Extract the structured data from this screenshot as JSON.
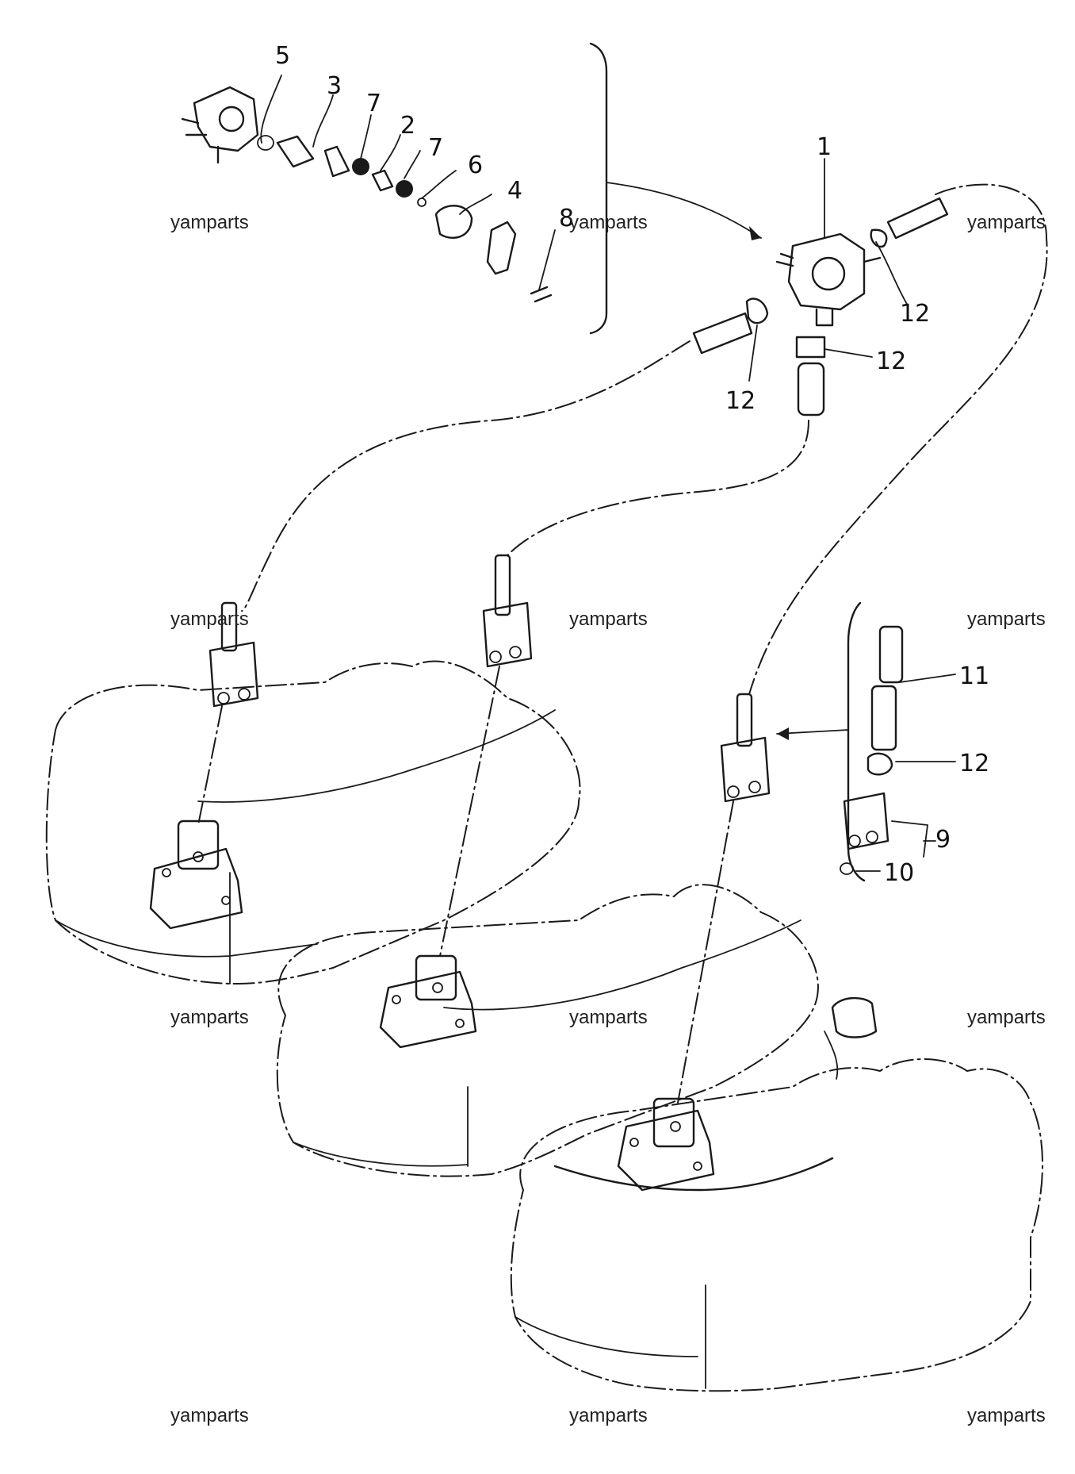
{
  "callouts": [
    {
      "id": "c1",
      "text": "1"
    },
    {
      "id": "c2",
      "text": "2"
    },
    {
      "id": "c3",
      "text": "3"
    },
    {
      "id": "c4",
      "text": "4"
    },
    {
      "id": "c5",
      "text": "5"
    },
    {
      "id": "c6",
      "text": "6"
    },
    {
      "id": "c7a",
      "text": "7"
    },
    {
      "id": "c7b",
      "text": "7"
    },
    {
      "id": "c8",
      "text": "8"
    },
    {
      "id": "c9",
      "text": "9"
    },
    {
      "id": "c10",
      "text": "10"
    },
    {
      "id": "c11",
      "text": "11"
    },
    {
      "id": "c12a",
      "text": "12"
    },
    {
      "id": "c12b",
      "text": "12"
    },
    {
      "id": "c12c",
      "text": "12"
    },
    {
      "id": "c12d",
      "text": "12"
    }
  ],
  "watermark": "yamparts"
}
